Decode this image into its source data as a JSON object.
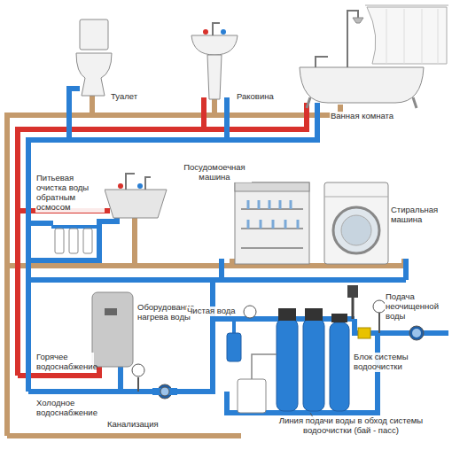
{
  "diagram": {
    "labels": [
      "Туалет",
      "Раковина",
      "Ванная комната",
      "Питьевая очистка воды обратным осмосом",
      "Посудомоечная машина",
      "Стиральная машина",
      "Оборудование нагрева воды",
      "Чистая вода",
      "Подача неочищенной воды",
      "Блок системы водоочистки",
      "Горячее водоснабжение",
      "Холодное водоснабжение",
      "Канализация",
      "Линия подачи воды в обход системы водоочистки (бай - пасс)"
    ]
  }
}
